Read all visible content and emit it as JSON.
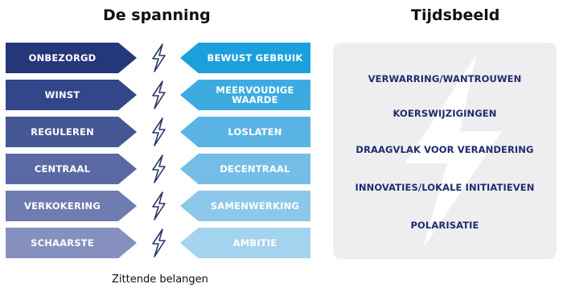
{
  "titles": {
    "left": "De spanning",
    "right": "Tijdsbeeld"
  },
  "pairs": [
    {
      "left": "ONBEZORGD",
      "right": "BEWUST GEBRUIK",
      "left_color": "#24377a",
      "right_color": "#1ca0dc"
    },
    {
      "left": "WINST",
      "right": "MEERVOUDIGE\nWAARDE",
      "left_color": "#324689",
      "right_color": "#3dabe0"
    },
    {
      "left": "REGULEREN",
      "right": "LOSLATEN",
      "left_color": "#465795",
      "right_color": "#59b4e3"
    },
    {
      "left": "CENTRAAL",
      "right": "DECENTRAAL",
      "left_color": "#5a69a3",
      "right_color": "#75bde6"
    },
    {
      "left": "VERKOKERING",
      "right": "SAMENWERKING",
      "left_color": "#6f7cb0",
      "right_color": "#8dc8ea"
    },
    {
      "left": "SCHAARSTE",
      "right": "AMBITIE",
      "left_color": "#8590be",
      "right_color": "#a3d3ee"
    }
  ],
  "tijdsbeeld": [
    "VERWARRING/WANTROUWEN",
    "KOERSWIJZIGINGEN",
    "DRAAGVLAK VOOR VERANDERING",
    "INNOVATIES/LOKALE INITIATIEVEN",
    "POLARISATIE"
  ],
  "footer": "Zittende belangen",
  "colors": {
    "topic_text": "#1f2c6f",
    "panel_bg": "#eeeef0",
    "bolt": "#2a3566"
  }
}
